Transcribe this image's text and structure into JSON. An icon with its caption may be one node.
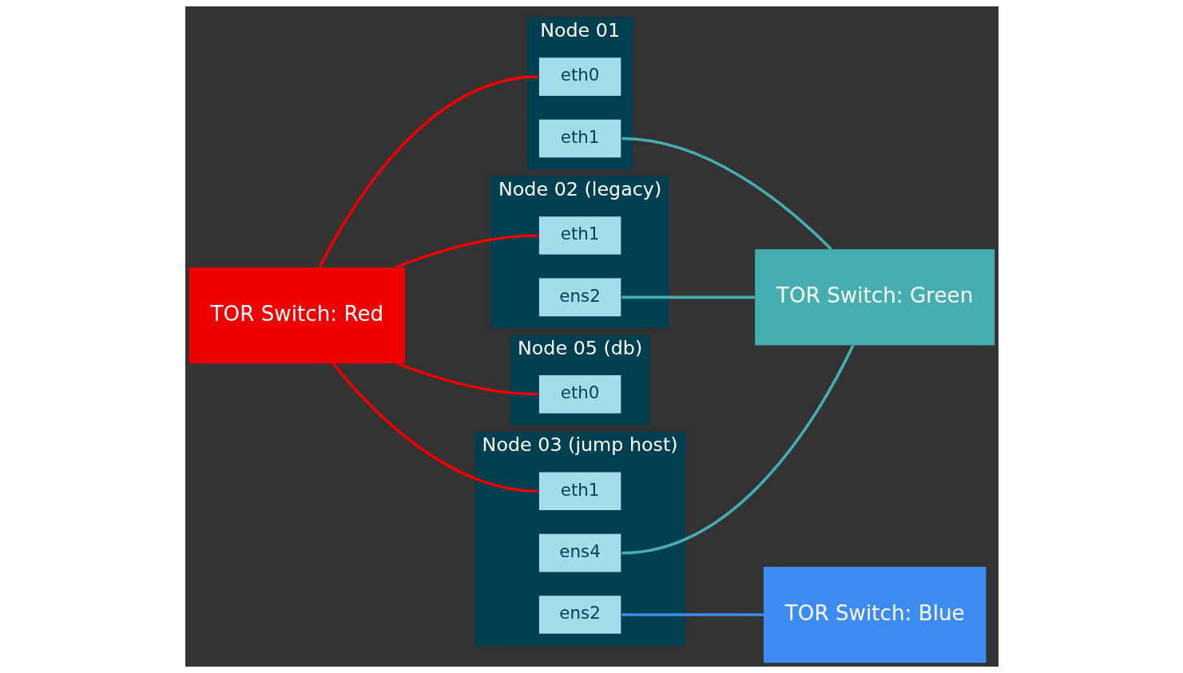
{
  "diagram": {
    "nodes": [
      {
        "text": [
          "Node 01"
        ]
      },
      {
        "text": [
          "eth0"
        ],
        "in": 0
      },
      {
        "text": [
          "eth1"
        ],
        "in": 0
      },
      {
        "text": [
          "Node 02 (legacy)"
        ]
      },
      {
        "text": [
          "eth1"
        ],
        "in": 3
      },
      {
        "text": [
          "ens2"
        ],
        "in": 3
      },
      {
        "text": [
          "Node 05 (db)"
        ]
      },
      {
        "text": [
          "eth0"
        ],
        "in": 6
      },
      {
        "text": [
          "Node 03 (jump host)"
        ]
      },
      {
        "text": [
          "eth1"
        ],
        "in": 8
      },
      {
        "text": [
          "ens4"
        ],
        "in": 8
      },
      {
        "text": [
          "ens2"
        ],
        "in": 8
      },
      {
        "text": [
          "TOR Switch: Red"
        ]
      },
      {
        "text": [
          "TOR Switch: Green"
        ]
      },
      {
        "text": [
          "TOR Switch: Blue"
        ]
      }
    ],
    "edges": [
      {
        "from": 12,
        "to": 1,
        "arrow": "none",
        "color": "#ee0000"
      },
      {
        "from": 12,
        "to": 4,
        "arrow": "none",
        "color": "#ee0000"
      },
      {
        "from": 12,
        "to": 7,
        "arrow": "none",
        "color": "#ee0000"
      },
      {
        "from": 12,
        "to": 9,
        "arrow": "none",
        "color": "#ee0000"
      },
      {
        "from": 2,
        "to": 13,
        "arrow": "none",
        "color": "#45aeb0"
      },
      {
        "from": 5,
        "to": 13,
        "arrow": "none",
        "color": "#45aeb0"
      },
      {
        "from": 10,
        "to": 13,
        "arrow": "none",
        "color": "#45aeb0"
      },
      {
        "from": 11,
        "to": 14,
        "arrow": "none",
        "color": "#3d8cf2"
      }
    ]
  }
}
